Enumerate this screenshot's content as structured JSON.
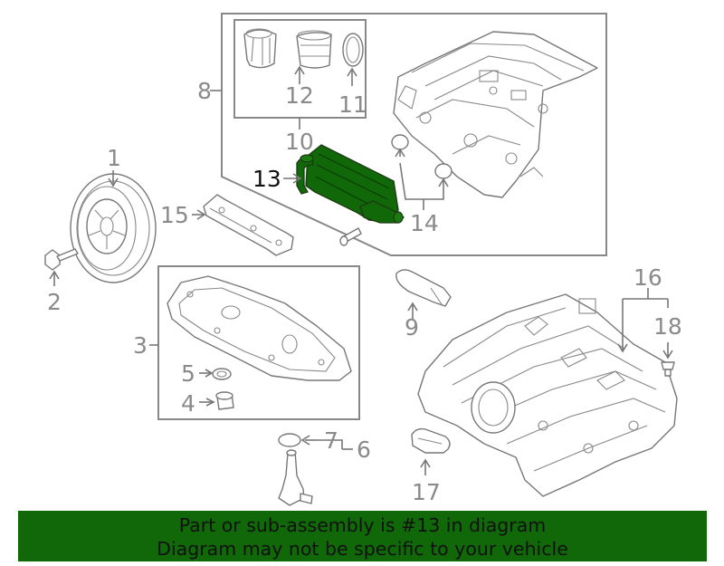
{
  "highlight_color": "#116808",
  "callouts": {
    "n1": "1",
    "n2": "2",
    "n3": "3",
    "n4": "4",
    "n5": "5",
    "n6": "6",
    "n7": "7",
    "n8": "8",
    "n9": "9",
    "n10": "10",
    "n11": "11",
    "n12": "12",
    "n13": "13",
    "n14": "14",
    "n15": "15",
    "n16": "16",
    "n17": "17",
    "n18": "18"
  },
  "banner": {
    "line1": "Part or sub-assembly is #13 in diagram",
    "line2": "Diagram may not be specific to your vehicle"
  }
}
